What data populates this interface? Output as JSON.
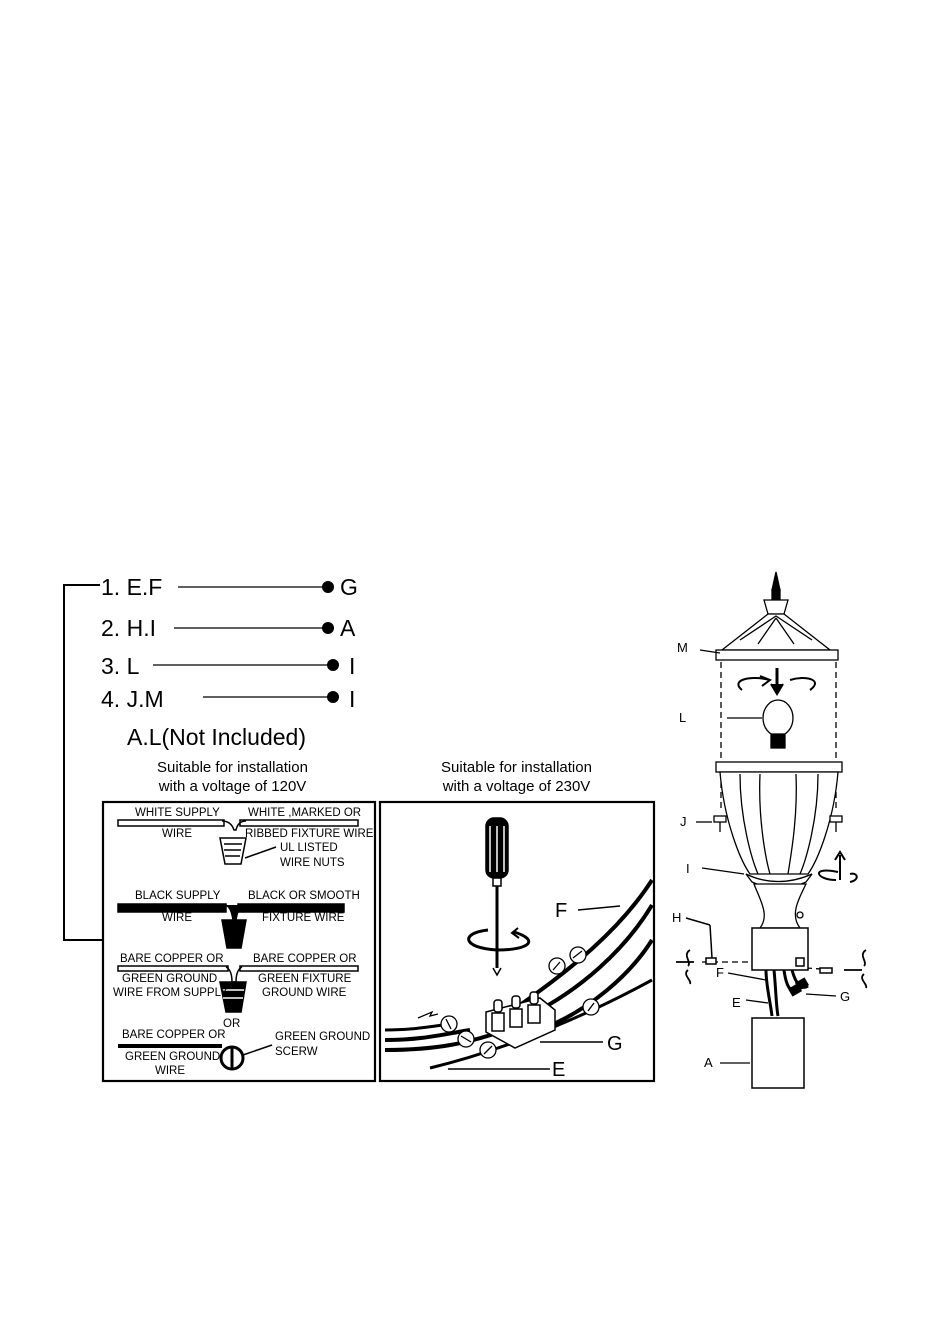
{
  "steps": [
    {
      "num": "1.",
      "parts": "E.F",
      "target": "G"
    },
    {
      "num": "2.",
      "parts": "H.I",
      "target": "A"
    },
    {
      "num": "3.",
      "parts": "L",
      "target": "I"
    },
    {
      "num": "4.",
      "parts": "J.M",
      "target": "I"
    }
  ],
  "note": "A.L(Not Included)",
  "panel_120": {
    "heading_line1": "Suitable for installation",
    "heading_line2": "with a voltage of 120V",
    "white_supply_1": "WHITE SUPPLY",
    "white_supply_2": "WIRE",
    "white_fixture_1": "WHITE ,MARKED OR",
    "white_fixture_2": "RIBBED FIXTURE WIRE",
    "ul_1": "UL LISTED",
    "ul_2": "WIRE NUTS",
    "black_supply_1": "BLACK SUPPLY",
    "black_supply_2": "WIRE",
    "black_fixture_1": "BLACK OR SMOOTH",
    "black_fixture_2": "FIXTURE WIRE",
    "bare_supply_1": "BARE COPPER OR",
    "bare_supply_2": "GREEN GROUND",
    "bare_supply_3": "WIRE FROM SUPPLY",
    "bare_fixture_1": "BARE COPPER OR",
    "bare_fixture_2": "GREEN FIXTURE",
    "bare_fixture_3": "GROUND WIRE",
    "or": "OR",
    "bare2_1": "BARE COPPER OR",
    "bare2_2": "GREEN GROUND",
    "bare2_3": "WIRE",
    "screw_1": "GREEN GROUND",
    "screw_2": "SCERW"
  },
  "panel_230": {
    "heading_line1": "Suitable for installation",
    "heading_line2": "with a voltage of 230V",
    "label_f": "F",
    "label_g": "G",
    "label_e": "E"
  },
  "lamp_labels": {
    "m": "M",
    "l": "L",
    "j": "J",
    "i": "I",
    "h": "H",
    "f": "F",
    "e": "E",
    "g": "G",
    "a": "A"
  }
}
